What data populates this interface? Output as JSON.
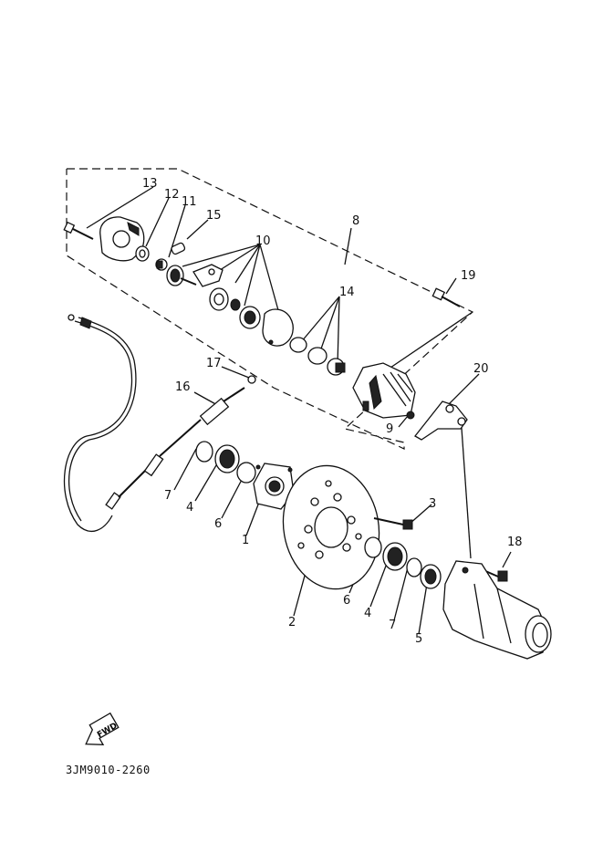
{
  "diagram_code": "3JM9010-2260",
  "fwd_label": "FWD",
  "callouts": {
    "p1": "1",
    "p2": "2",
    "p3": "3",
    "p4a": "4",
    "p4b": "4",
    "p5": "5",
    "p6a": "6",
    "p6b": "6",
    "p7a": "7",
    "p7b": "7",
    "p8": "8",
    "p9": "9",
    "p10": "10",
    "p11": "11",
    "p12": "12",
    "p13": "13",
    "p14": "14",
    "p15": "15",
    "p16": "16",
    "p17": "17",
    "p18": "18",
    "p19": "19",
    "p20": "20"
  },
  "colors": {
    "ink": "#111111",
    "paper": "#ffffff"
  }
}
